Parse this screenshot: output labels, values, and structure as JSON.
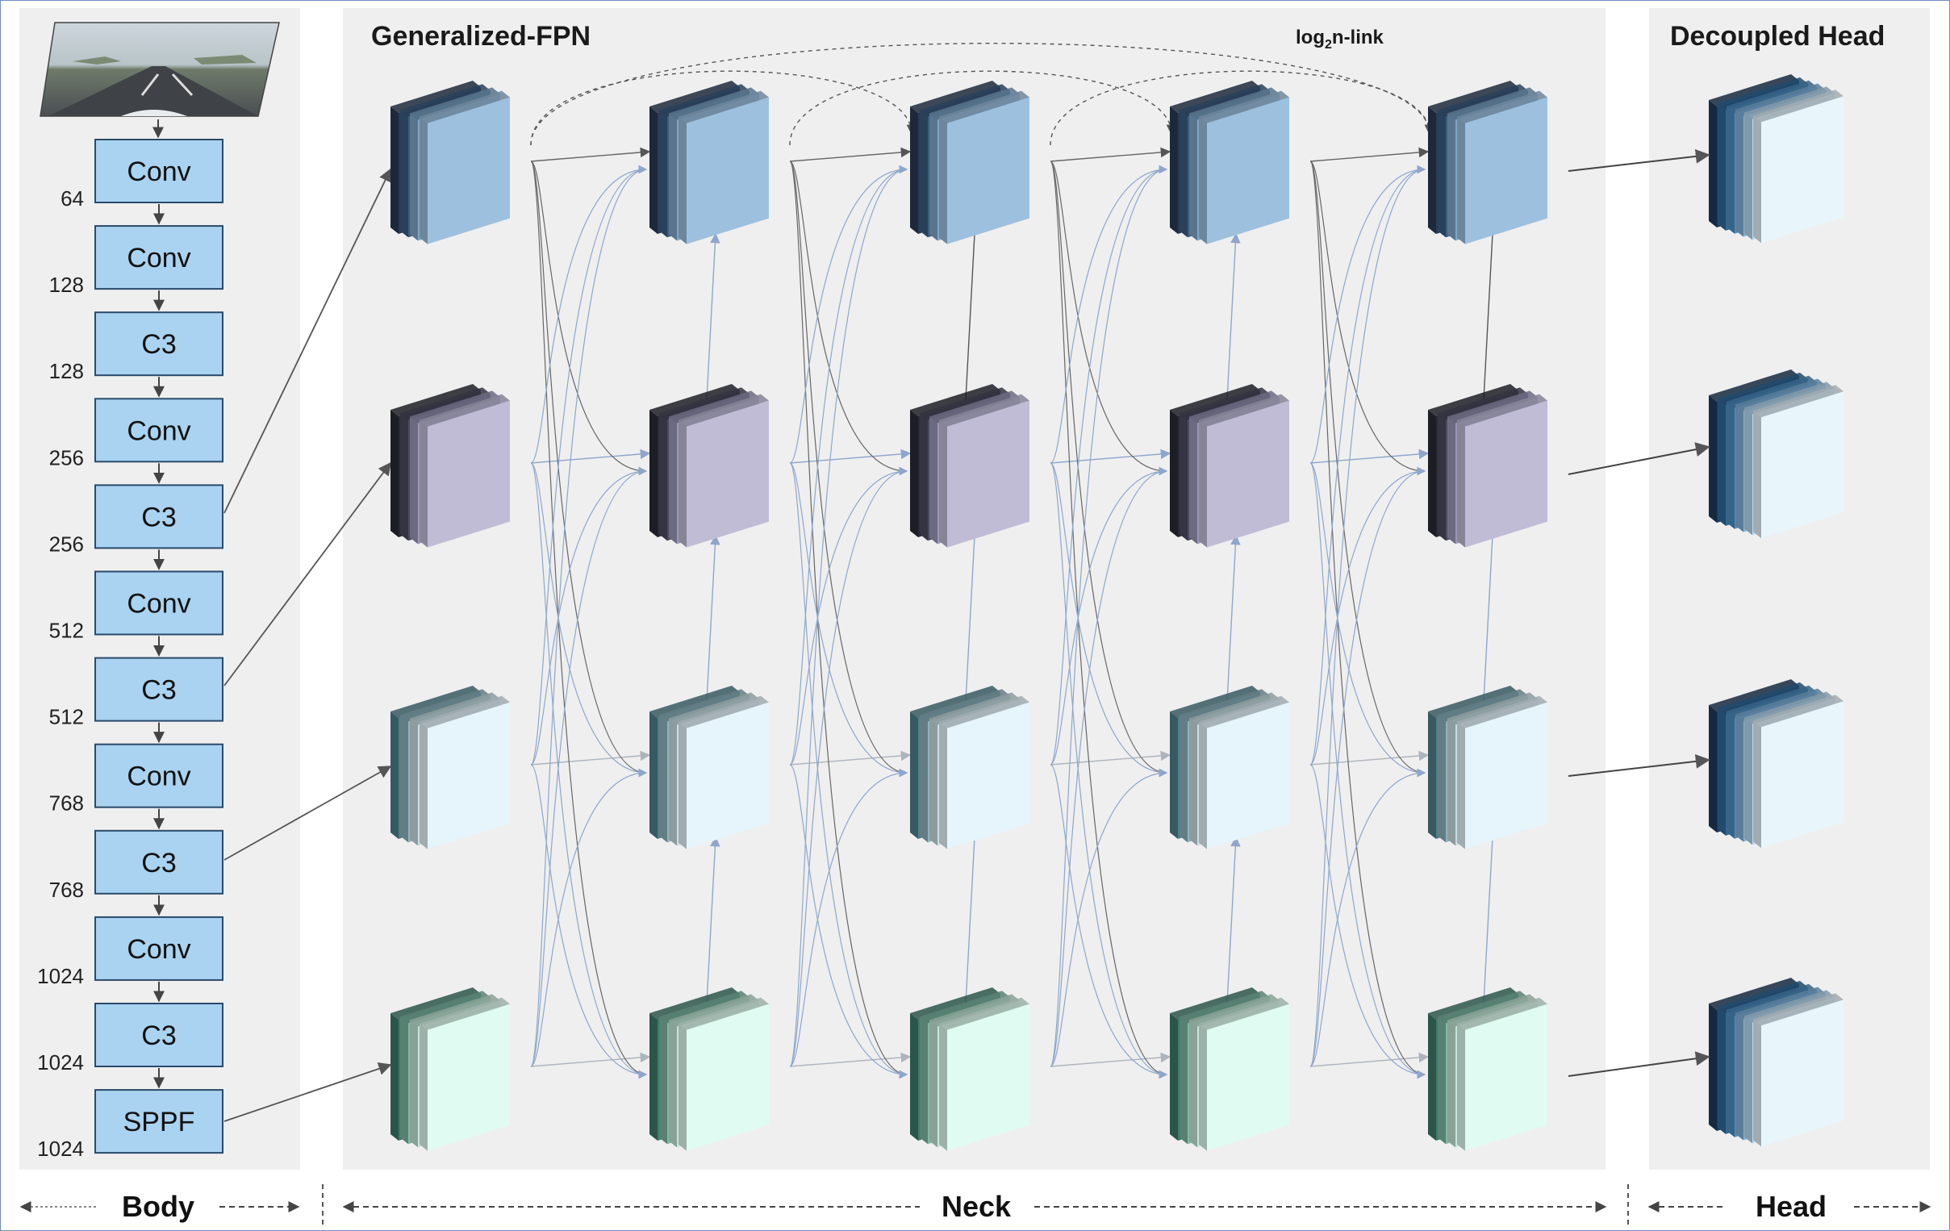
{
  "panels": {
    "fpn_title": "Generalized-FPN",
    "head_title": "Decoupled Head",
    "link_label_prefix": "log",
    "link_label_sub": "2",
    "link_label_suffix": "n-link"
  },
  "backbone": {
    "blocks": [
      {
        "label": "Conv",
        "channels": "64"
      },
      {
        "label": "Conv",
        "channels": "128"
      },
      {
        "label": "C3",
        "channels": "128"
      },
      {
        "label": "Conv",
        "channels": "256"
      },
      {
        "label": "C3",
        "channels": "256"
      },
      {
        "label": "Conv",
        "channels": "512"
      },
      {
        "label": "C3",
        "channels": "512"
      },
      {
        "label": "Conv",
        "channels": "768"
      },
      {
        "label": "C3",
        "channels": "768"
      },
      {
        "label": "Conv",
        "channels": "1024"
      },
      {
        "label": "C3",
        "channels": "1024"
      },
      {
        "label": "SPPF",
        "channels": "1024"
      }
    ]
  },
  "footer": {
    "body": "Body",
    "neck": "Neck",
    "head": "Head"
  },
  "colors": {
    "panel_bg": "#efefef",
    "block_fill": "#a9d3f0",
    "block_stroke": "#2a4a6a",
    "frame": "#6f8fc4",
    "row_blue": [
      "#2a3a55",
      "#3a5d80",
      "#7fa6c8",
      "#9dc0de"
    ],
    "row_purple": [
      "#2a2a36",
      "#4a4a5e",
      "#9a97b8",
      "#c0bcd6"
    ],
    "row_teal": [
      "#4f7f8a",
      "#8fb3bd",
      "#c9dde2",
      "#e6f5fb"
    ],
    "row_green": [
      "#3f7a6a",
      "#7fb8a4",
      "#c3e6d8",
      "#e0fbf2"
    ]
  }
}
